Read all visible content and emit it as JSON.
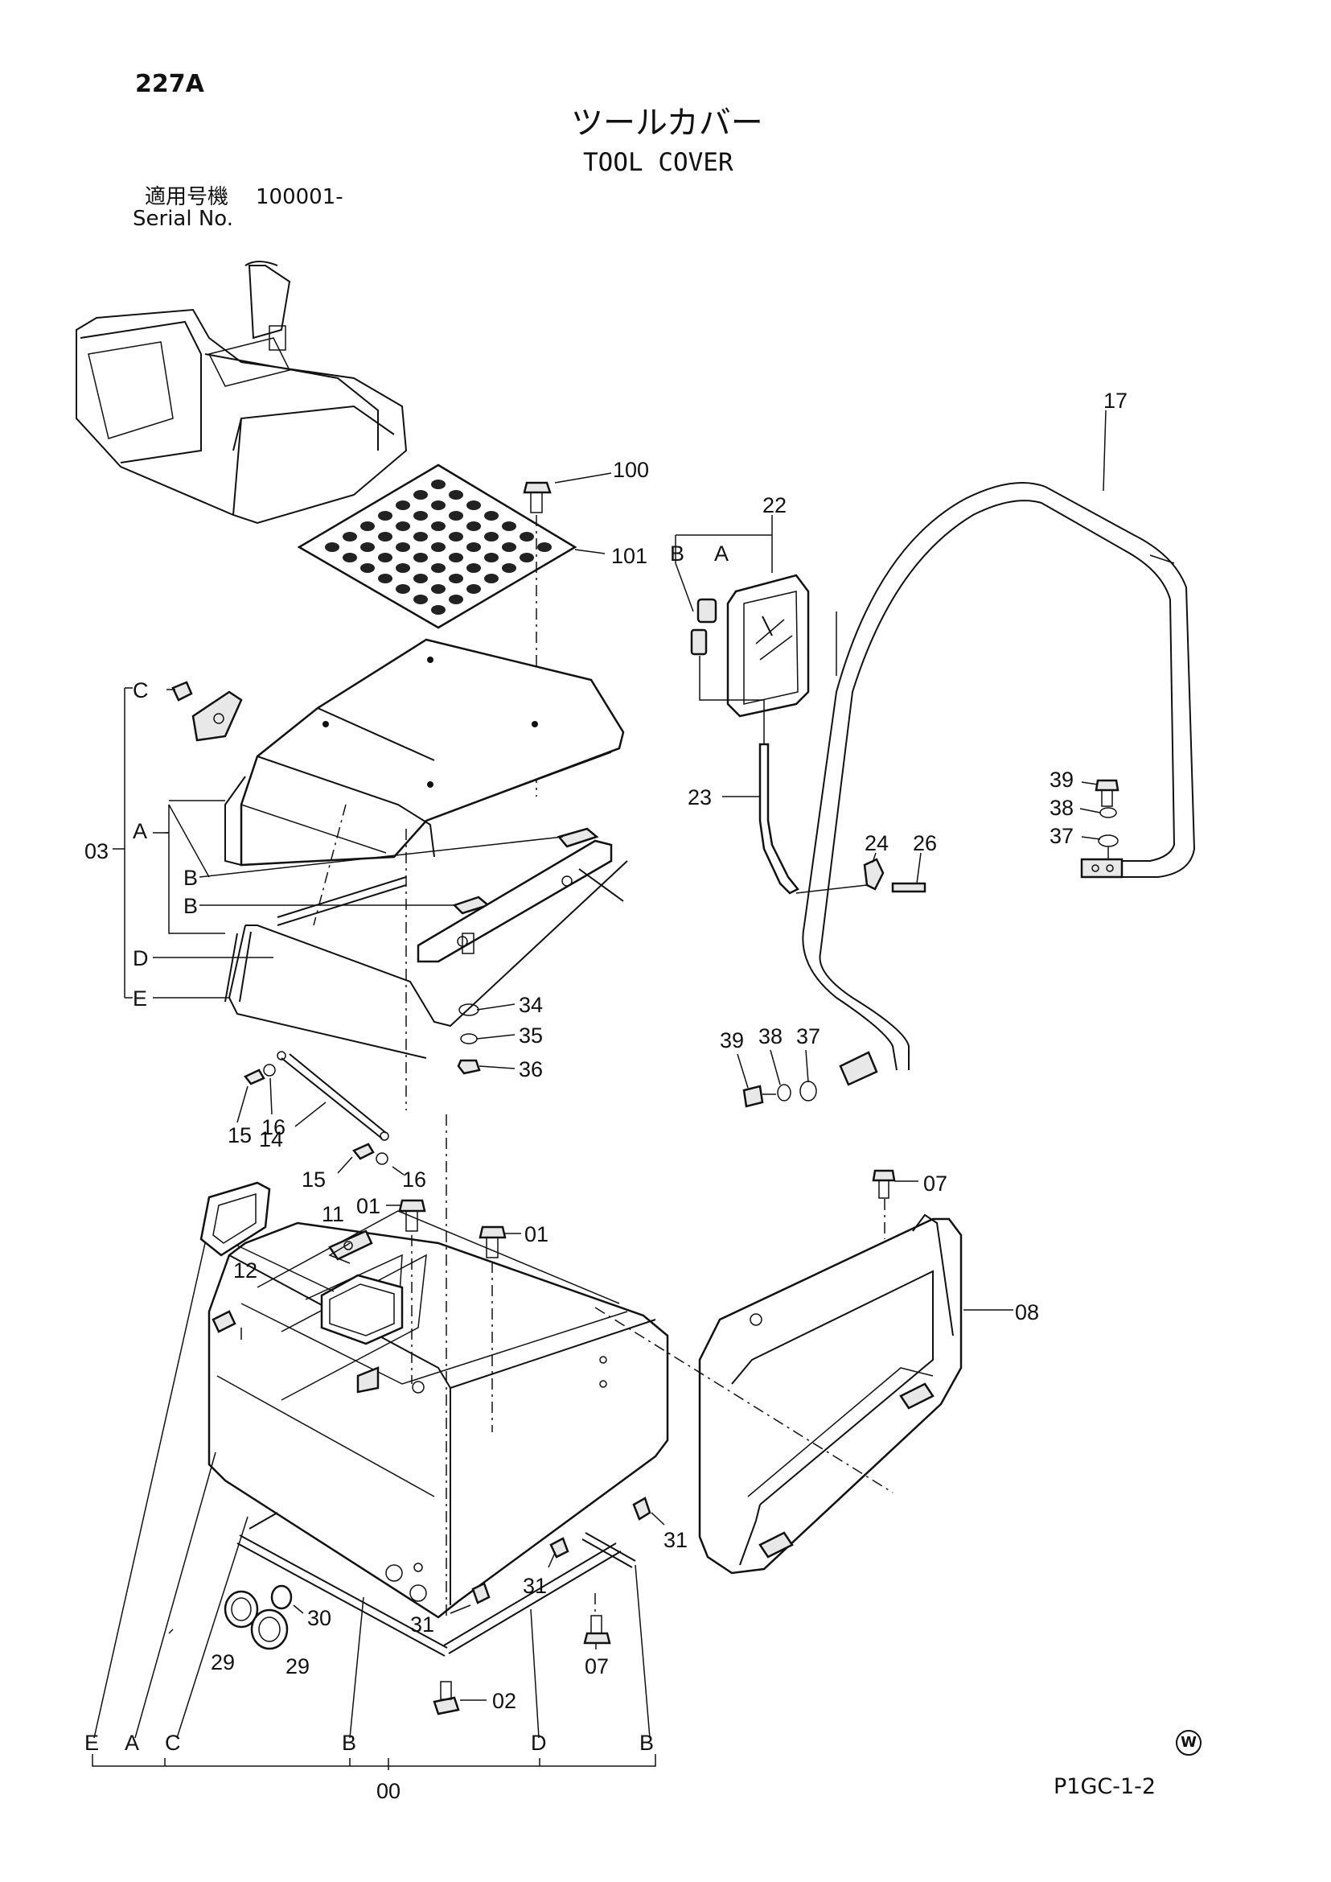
{
  "header": {
    "page_number": "227A",
    "title_jp": "ツールカバー",
    "title_en": "TOOL COVER",
    "serial_label_jp": "適用号機",
    "serial_value": "100001-",
    "serial_label_en": "Serial No."
  },
  "footer": {
    "page_code": "P1GC-1-2",
    "watermark_symbol": "W"
  },
  "callouts": [
    "227A",
    "100",
    "101",
    "22",
    "B",
    "A",
    "17",
    "C",
    "03",
    "A",
    "B",
    "B",
    "D",
    "E",
    "23",
    "24",
    "26",
    "39",
    "38",
    "37",
    "34",
    "35",
    "36",
    "15",
    "16",
    "14",
    "15",
    "16",
    "39",
    "38",
    "37",
    "07",
    "08",
    "01",
    "01",
    "11",
    "12",
    "31",
    "31",
    "31",
    "30",
    "29",
    "29",
    "02",
    "07",
    "E",
    "A",
    "C",
    "B",
    "D",
    "B",
    "00"
  ]
}
